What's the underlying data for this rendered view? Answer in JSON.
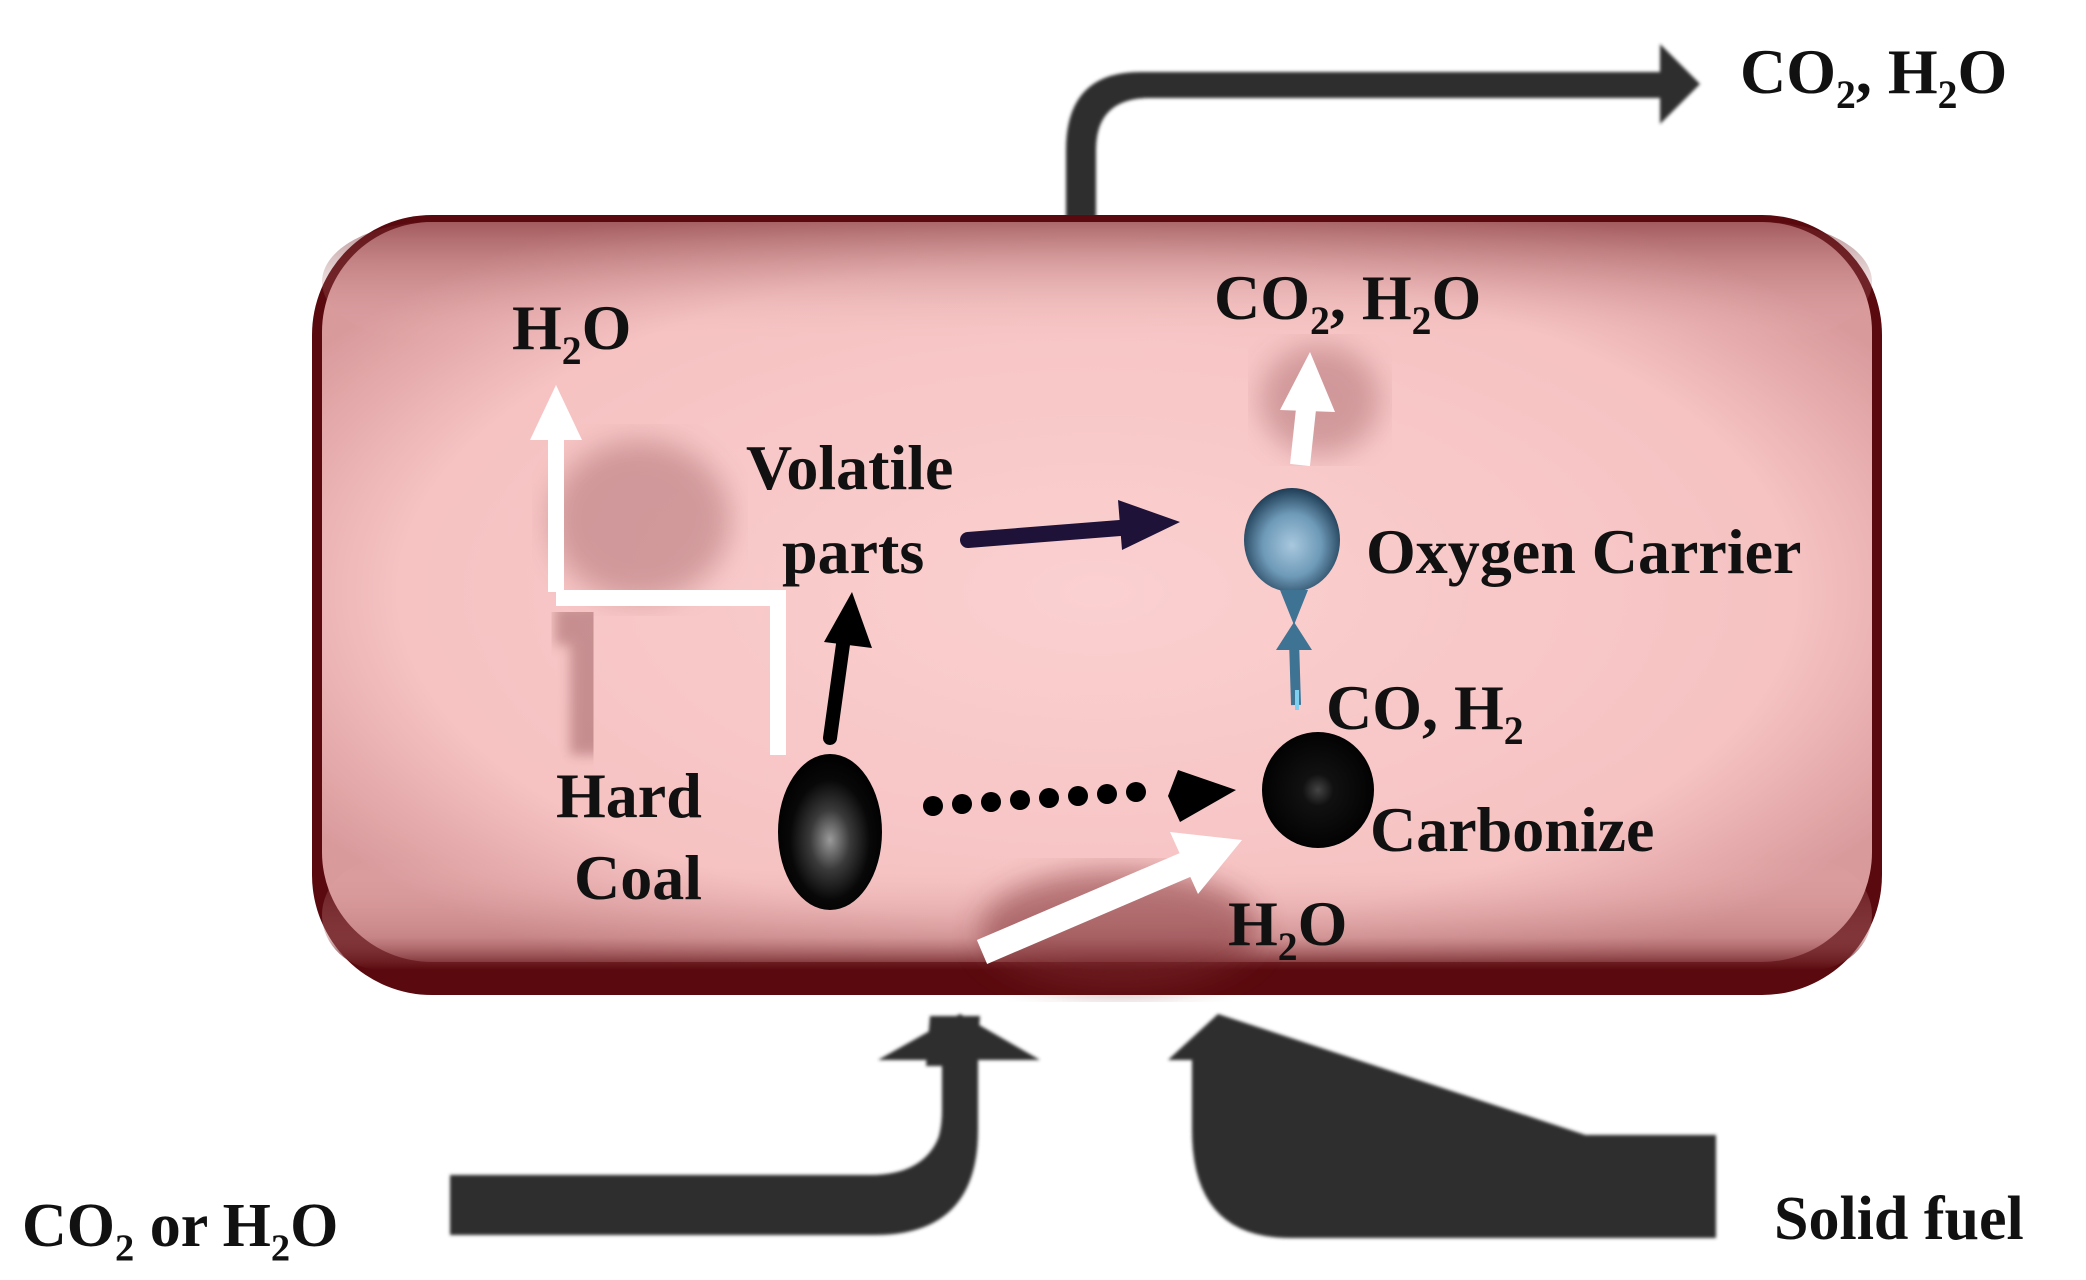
{
  "colors": {
    "reactor_fill": "#f8c8c8",
    "reactor_border": "#5a0a0e",
    "flow_arrow": "#2e2e2e",
    "internal_white_arrow": "#ffffff",
    "volatile_arrow": "#1e1238",
    "oxygen_carrier": "#6e9ab8",
    "oxygen_carrier_arrow": "#3f7393",
    "coal_particle": "#050505"
  },
  "outputs": {
    "top_right": {
      "p1": "CO",
      "s1": "2",
      "p2": ", H",
      "s2": "2",
      "p3": "O"
    }
  },
  "inputs": {
    "left": {
      "p1": "CO",
      "s1": "2",
      "p2": " or H",
      "s2": "2",
      "p3": "O"
    },
    "right": {
      "text": "Solid fuel"
    }
  },
  "reactor": {
    "h2o_top": {
      "p1": "H",
      "s1": "2",
      "p2": "O"
    },
    "volatile": {
      "line1": "Volatile",
      "line2": "parts"
    },
    "co2_h2o_inner": {
      "p1": "CO",
      "s1": "2",
      "p2": ", H",
      "s2": "2",
      "p3": "O"
    },
    "oxygen_carrier": {
      "text": "Oxygen Carrier"
    },
    "co_h2": {
      "p1": "CO, H",
      "s1": "2"
    },
    "hard_coal": {
      "line1": "Hard",
      "line2": "Coal"
    },
    "carbonize": {
      "text": "Carbonize"
    },
    "h2o_bottom": {
      "p1": "H",
      "s1": "2",
      "p2": "O"
    }
  }
}
